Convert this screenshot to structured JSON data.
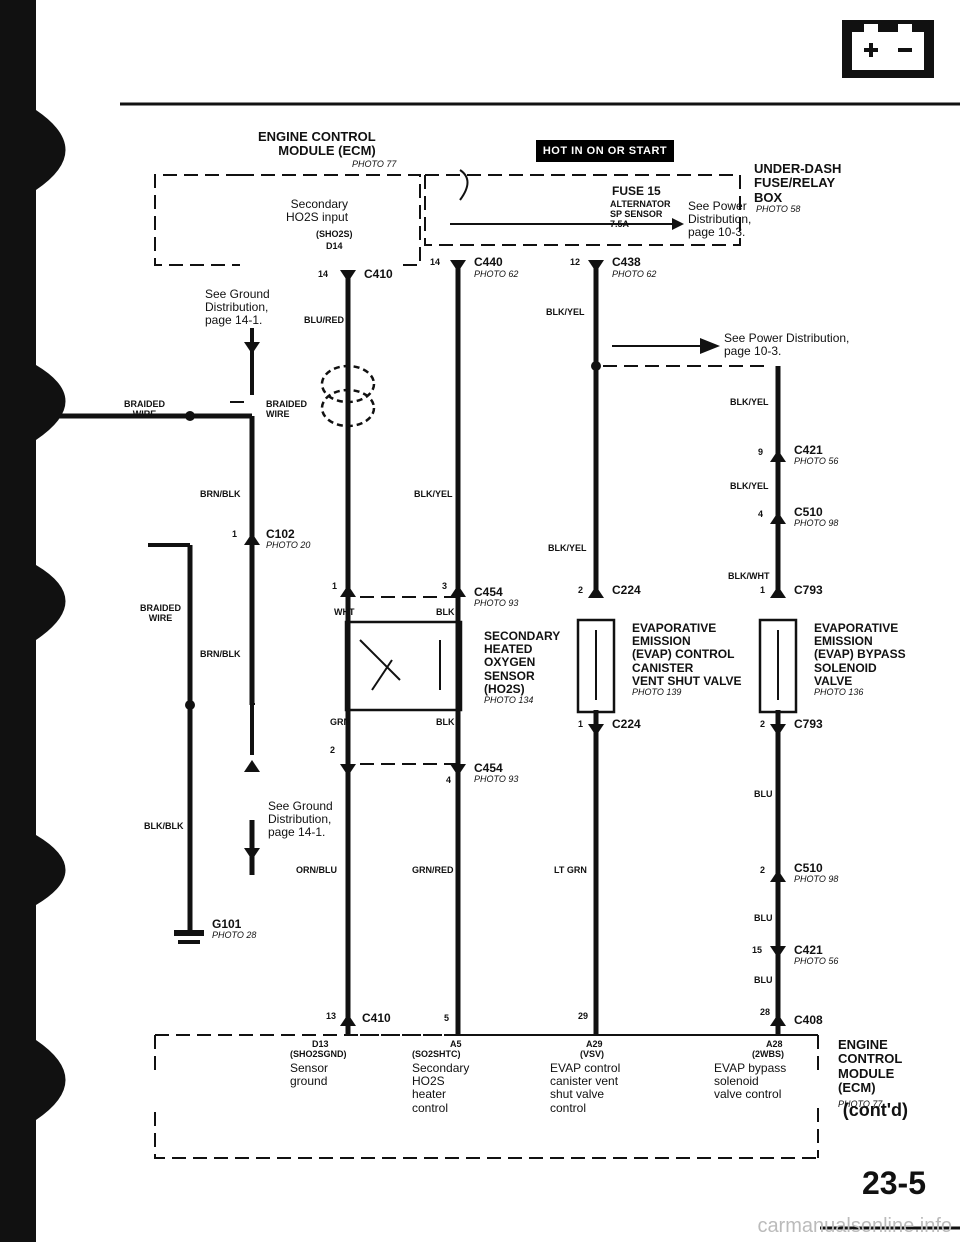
{
  "header": {
    "ecm_title": "ENGINE CONTROL\nMODULE (ECM)",
    "ecm_photo": "PHOTO 77",
    "hot_label": "HOT IN ON OR START",
    "fuse_box": "UNDER-DASH\nFUSE/RELAY\nBOX",
    "fuse_box_photo": "PHOTO 58",
    "fuse": "FUSE 15",
    "fuse_detail": "ALTERNATOR\nSP SENSOR\n7.5A",
    "power_ref1": "See Power\nDistribution,\npage 10-3.",
    "power_ref2": "See Power Distribution,\npage 10-3."
  },
  "ecm_top_pin": {
    "label": "Secondary\nHO2S input",
    "signal": "(SHO2S)",
    "pin": "D14"
  },
  "ground_refs": [
    "See Ground\nDistribution,\npage 14-1.",
    "See Ground\nDistribution,\npage 14-1."
  ],
  "connectors": {
    "c410_top": "C410",
    "c410_top_pin": "14",
    "c440": "C440",
    "c440_pin": "14",
    "c440_photo": "PHOTO 62",
    "c438": "C438",
    "c438_pin": "12",
    "c438_photo": "PHOTO 62",
    "c421_a": "C421",
    "c421_a_pin": "9",
    "c421_a_photo": "PHOTO 56",
    "c510_a": "C510",
    "c510_a_pin": "4",
    "c510_a_photo": "PHOTO 98",
    "c102": "C102",
    "c102_pin": "1",
    "c102_photo": "PHOTO 20",
    "c454_a": "C454",
    "c454_a_pin1": "1",
    "c454_a_pin3": "3",
    "c454_a_photo": "PHOTO 93",
    "c224_a": "C224",
    "c224_a_pin": "2",
    "c793_a": "C793",
    "c793_a_pin": "1",
    "c224_b": "C224",
    "c224_b_pin": "1",
    "c793_b": "C793",
    "c793_b_pin": "2",
    "c454_b": "C454",
    "c454_b_pin2": "2",
    "c454_b_pin4": "4",
    "c454_b_photo": "PHOTO 93",
    "c510_b": "C510",
    "c510_b_pin": "2",
    "c510_b_photo": "PHOTO 98",
    "c421_b": "C421",
    "c421_b_pin": "15",
    "c421_b_photo": "PHOTO 56",
    "g101": "G101",
    "g101_photo": "PHOTO 28",
    "c410_bot": "C410",
    "c410_bot_pin": "13",
    "c410_bot_pin5": "5",
    "c408": "C408",
    "c408_pin29": "29",
    "c408_pin28": "28"
  },
  "wires": {
    "blu_red": "BLU/RED",
    "blk_yel_1": "BLK/YEL",
    "blk_yel_2": "BLK/YEL",
    "blk_yel_3": "BLK/YEL",
    "blk_yel_4": "BLK/YEL",
    "blk_yel_5": "BLK/YEL",
    "blk_wht": "BLK/WHT",
    "brn_blk_1": "BRN/BLK",
    "brn_blk_2": "BRN/BLK",
    "blk_blk": "BLK/BLK",
    "braided_1": "BRAIDED\nWIRE",
    "braided_2": "BRAIDED\nWIRE",
    "braided_3": "BRAIDED\nWIRE",
    "wht": "WHT",
    "blk_1": "BLK",
    "grn": "GRN",
    "blk_2": "BLK",
    "orn_blu": "ORN/BLU",
    "grn_red": "GRN/RED",
    "lt_grn": "LT GRN",
    "blu_1": "BLU",
    "blu_2": "BLU",
    "blu_3": "BLU"
  },
  "components": {
    "ho2s": "SECONDARY\nHEATED\nOXYGEN\nSENSOR\n(HO2S)",
    "ho2s_photo": "PHOTO 134",
    "evap_vent": "EVAPORATIVE\nEMISSION\n(EVAP) CONTROL\nCANISTER\nVENT SHUT VALVE",
    "evap_vent_photo": "PHOTO 139",
    "evap_bypass": "EVAPORATIVE\nEMISSION\n(EVAP) BYPASS\nSOLENOID\nVALVE",
    "evap_bypass_photo": "PHOTO 136"
  },
  "ecm_bottom": {
    "pins": [
      {
        "pin": "D13",
        "signal": "(SHO2SGND)",
        "desc": "Sensor\nground"
      },
      {
        "pin": "A5",
        "signal": "(SO2SHTC)",
        "desc": "Secondary\nHO2S\nheater\ncontrol"
      },
      {
        "pin": "A29",
        "signal": "(VSV)",
        "desc": "EVAP control\ncanister vent\nshut valve\ncontrol"
      },
      {
        "pin": "A28",
        "signal": "(2WBS)",
        "desc": "EVAP bypass\nsolenoid\nvalve control"
      }
    ],
    "title": "ENGINE\nCONTROL\nMODULE\n(ECM)",
    "photo": "PHOTO 77"
  },
  "footer": {
    "cont": "(cont'd)",
    "page": "23-5",
    "watermark": "carmanualsonline.info"
  },
  "colors": {
    "ink": "#111111",
    "paper": "#ffffff"
  }
}
